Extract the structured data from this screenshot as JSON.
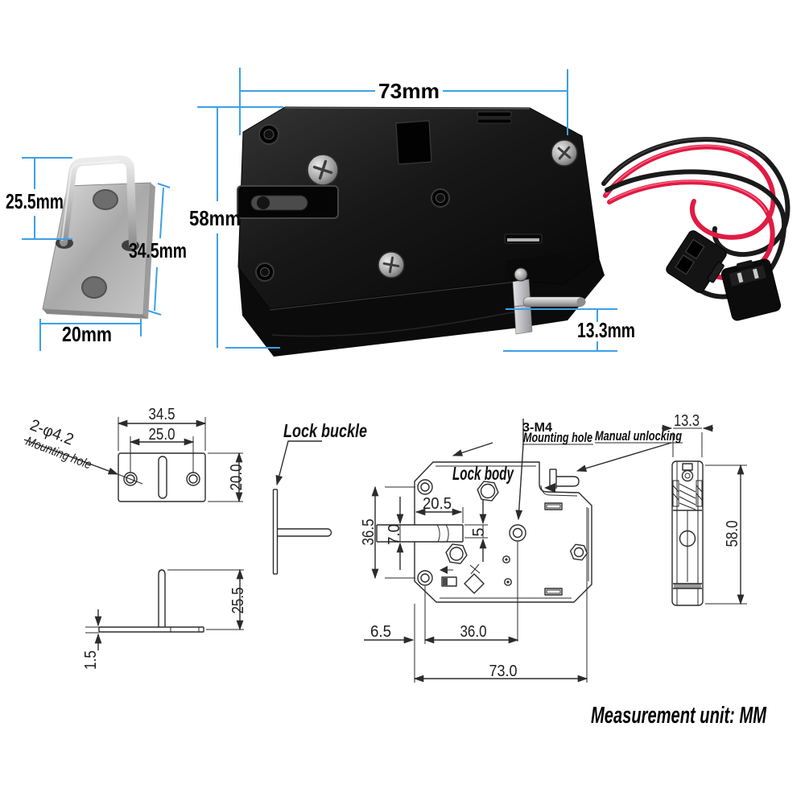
{
  "meta": {
    "units_note": "Measurement unit: MM"
  },
  "colors": {
    "dimension_blue": "#3da0e8",
    "drawing_line": "#2b2b2b",
    "wire_red": "#e01b44",
    "wire_black": "#1a1a1a",
    "body_black": "#161616",
    "metal_silver": "#b9b9b9"
  },
  "photo": {
    "lock_body": {
      "width": "73mm",
      "height": "58mm",
      "latch_stroke": "13.3mm"
    },
    "lock_buckle": {
      "loop_height": "25.5mm",
      "plate_length": "34.5mm",
      "plate_width": "20mm"
    }
  },
  "drawings": {
    "buckle_top_view": {
      "width": "34.5",
      "hole_spacing": "25.0",
      "depth": "20.0",
      "hole_callout": "2-φ4.2",
      "hole_callout_note": "Mounting hole"
    },
    "buckle_side_view": {
      "label": "Lock buckle"
    },
    "buckle_profile_view": {
      "height": "25.5",
      "thickness": "1.5"
    },
    "body_front_view": {
      "label": "Lock body",
      "latch_reach": "20.5",
      "latch_width": "7.0",
      "latch_tip": "5",
      "hole_pitch_v": "36.5",
      "edge_offset": "6.5",
      "hole_pitch_h": "36.0",
      "width": "73.0",
      "screw_callout": "3-M4",
      "screw_callout_note": "Mounting hole",
      "manual_callout": "Manual unlocking"
    },
    "body_side_view": {
      "width": "13.3",
      "height": "58.0"
    }
  }
}
